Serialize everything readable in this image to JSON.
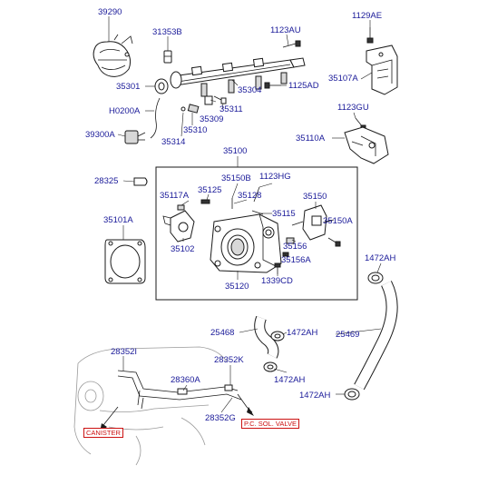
{
  "labels": {
    "l39290": "39290",
    "l31353B": "31353B",
    "l1123AU": "1123AU",
    "l1129AE": "1129AE",
    "l35301": "35301",
    "l35304": "35304",
    "l1125AD": "1125AD",
    "l35107A": "35107A",
    "lH0200A": "H0200A",
    "l35309": "35309",
    "l35311": "35311",
    "l35310": "35310",
    "l1123GU": "1123GU",
    "l39300A": "39300A",
    "l35314": "35314",
    "l35110A": "35110A",
    "l35100": "35100",
    "l28325": "28325",
    "l35150B": "35150B",
    "l1123HG": "1123HG",
    "l35117A": "35117A",
    "l35125": "35125",
    "l35128": "35128",
    "l35150": "35150",
    "l35115": "35115",
    "l35150A": "35150A",
    "l35101A": "35101A",
    "l35102": "35102",
    "l35156": "35156",
    "l35156A": "35156A",
    "l1472AH_top": "1472AH",
    "l1339CD": "1339CD",
    "l35120": "35120",
    "l25468": "25468",
    "l1472AH_mid": "1472AH",
    "l25469": "25469",
    "l28352I": "28352I",
    "l28352K": "28352K",
    "l28360A": "28360A",
    "l1472AH_low": "1472AH",
    "l1472AH_bot": "1472AH",
    "l28352G": "28352G"
  },
  "tags": {
    "canister": "CANISTER",
    "pcsv": "P.C. SOL. VALVE"
  },
  "colors": {
    "label_text": "#1a1a99",
    "tag_red": "#cc1111",
    "line_art": "#1a1a1a"
  }
}
